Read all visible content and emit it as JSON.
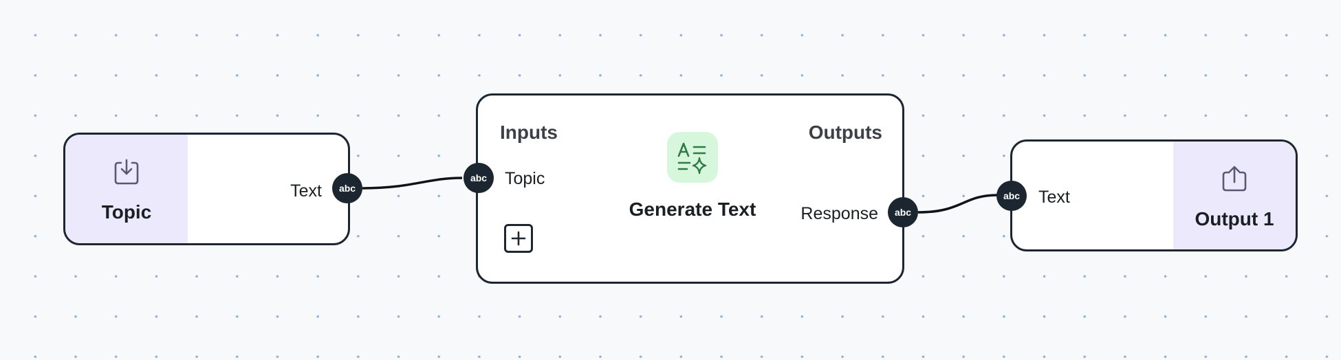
{
  "nodes": {
    "input": {
      "title": "Topic",
      "icon": "import-icon",
      "port_label": "Text",
      "port_type": "abc"
    },
    "generate": {
      "title": "Generate Text",
      "icon": "text-sparkle-icon",
      "inputs_header": "Inputs",
      "outputs_header": "Outputs",
      "input_port_label": "Topic",
      "input_port_type": "abc",
      "output_port_label": "Response",
      "output_port_type": "abc",
      "add_input_icon": "plus-square-icon"
    },
    "output": {
      "title": "Output 1",
      "icon": "export-icon",
      "port_label": "Text",
      "port_type": "abc"
    }
  },
  "edges": [
    {
      "from": "Topic.Text",
      "to": "Generate Text.Topic"
    },
    {
      "from": "Generate Text.Response",
      "to": "Output 1.Text"
    }
  ],
  "colors": {
    "canvas_background": "#f7f9fb",
    "grid_dot": "#8fb3d6",
    "node_border": "#1b2631",
    "io_panel": "#ebe9fb",
    "generate_icon_bg": "#d6f7dc",
    "generate_icon_fg": "#2f7a46",
    "io_icon": "#5a5875"
  }
}
